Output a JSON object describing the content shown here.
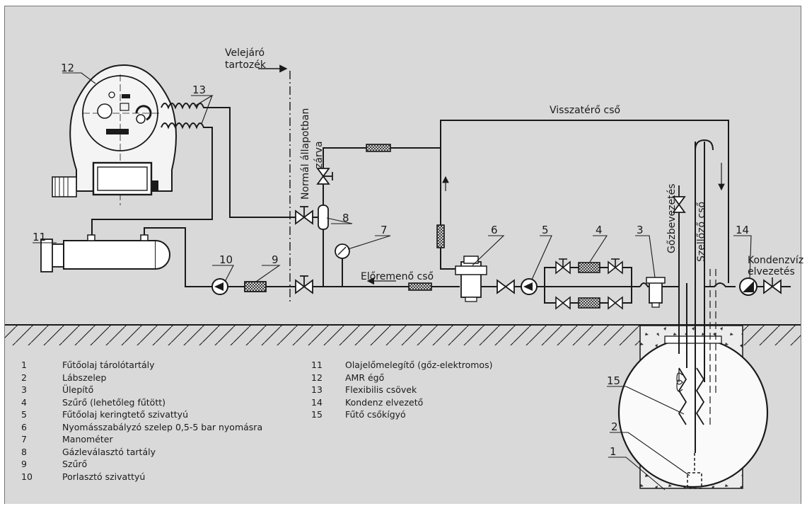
{
  "labels": {
    "accessory": [
      "Velejáró",
      "tartozék"
    ],
    "normally_closed": [
      "Normál állapotban",
      "zárva"
    ],
    "return_pipe": "Visszatérő cső",
    "flow_pipe": "Előremenő cső",
    "steam_inlet": "Gőzbevezetés",
    "vent_pipe": "Szellőző cső",
    "condensate": [
      "Kondenzvíz",
      "elvezetés"
    ]
  },
  "callouts": {
    "n1": "1",
    "n2": "2",
    "n3": "3",
    "n4": "4",
    "n5": "5",
    "n6": "6",
    "n7": "7",
    "n8": "8",
    "n9": "9",
    "n10": "10",
    "n11": "11",
    "n12": "12",
    "n13": "13",
    "n14": "14",
    "n15": "15"
  },
  "legend_left": [
    {
      "num": "1",
      "text": "Fűtőolaj tárolótartály"
    },
    {
      "num": "2",
      "text": "Lábszelep"
    },
    {
      "num": "3",
      "text": "Ülepítő"
    },
    {
      "num": "4",
      "text": "Szűrő (lehetőleg fűtött)"
    },
    {
      "num": "5",
      "text": "Fűtőolaj keringtető szivattyú"
    },
    {
      "num": "6",
      "text": "Nyomásszabályzó szelep 0,5-5 bar nyomásra"
    },
    {
      "num": "7",
      "text": "Manométer"
    },
    {
      "num": "8",
      "text": "Gázleválasztó tartály"
    },
    {
      "num": "9",
      "text": "Szűrő"
    },
    {
      "num": "10",
      "text": "Porlasztó szivattyú"
    }
  ],
  "legend_right": [
    {
      "num": "11",
      "text": "Olajelőmelegítő (gőz-elektromos)"
    },
    {
      "num": "12",
      "text": "AMR égő"
    },
    {
      "num": "13",
      "text": "Flexibilis csövek"
    },
    {
      "num": "14",
      "text": "Kondenz elvezető"
    },
    {
      "num": "15",
      "text": "Fűtő csőkígyó"
    }
  ]
}
